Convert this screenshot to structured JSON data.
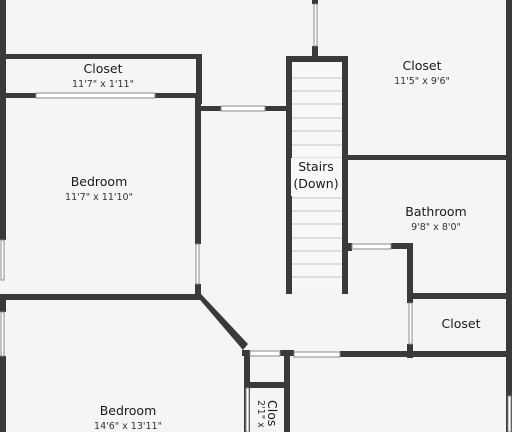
{
  "plan": {
    "colors": {
      "wall": "#3a3a3a",
      "floor": "#f5f5f5",
      "text": "#1a1a1a"
    },
    "rooms": {
      "closet_top_left": {
        "name": "Closet",
        "dims": "11'7\" x 1'11\""
      },
      "closet_top_right": {
        "name": "Closet",
        "dims": "11'5\" x 9'6\""
      },
      "bedroom_left": {
        "name": "Bedroom",
        "dims": "11'7\" x 11'10\""
      },
      "stairs": {
        "line1": "Stairs",
        "line2": "(Down)"
      },
      "bathroom": {
        "name": "Bathroom",
        "dims": "9'8\" x 8'0\""
      },
      "closet_right": {
        "name": "Closet"
      },
      "bedroom_bottom": {
        "name": "Bedroom",
        "dims": "14'6\" x 13'11\""
      },
      "closet_small": {
        "name": "Clos",
        "dims": "2'1\" x"
      }
    }
  }
}
